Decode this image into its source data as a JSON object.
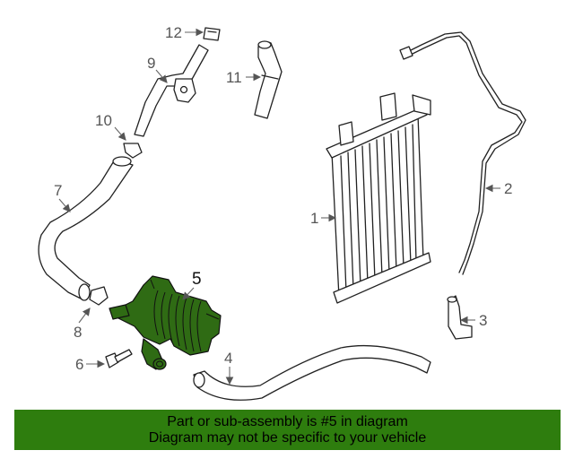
{
  "callouts": {
    "c1": "1",
    "c2": "2",
    "c3": "3",
    "c4": "4",
    "c5": "5",
    "c6": "6",
    "c7": "7",
    "c8": "8",
    "c9": "9",
    "c10": "10",
    "c11": "11",
    "c12": "12"
  },
  "banner": {
    "line1": "Part or sub-assembly is #5 in diagram",
    "line2": "Diagram may not be specific to your vehicle"
  },
  "colors": {
    "highlight": "#2f6b14",
    "banner": "#2e7d0e"
  }
}
